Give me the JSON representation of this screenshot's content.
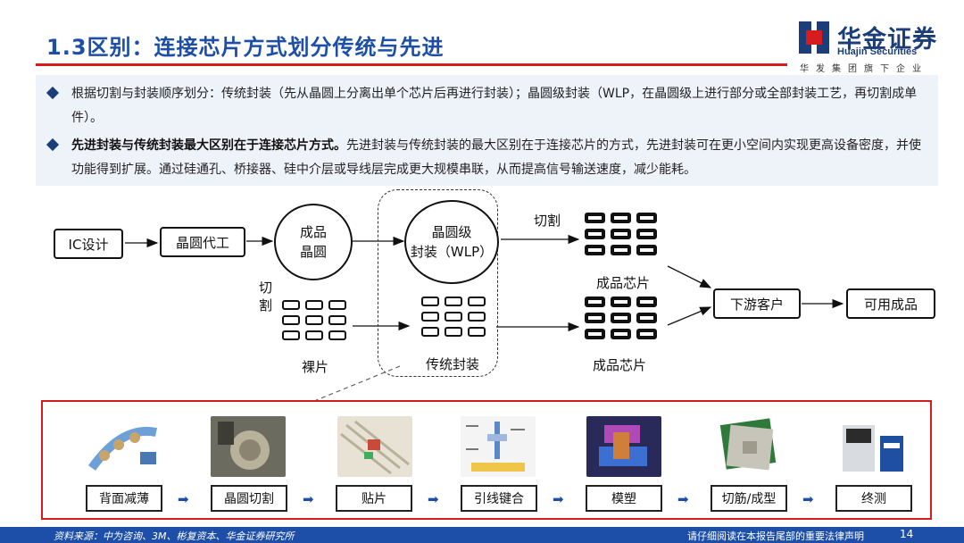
{
  "header": {
    "title": "1.3区别：连接芯片方式划分传统与先进",
    "logo_cn": "华金证券",
    "logo_en": "Huajin Securities",
    "logo_sub": "华发集团旗下企业",
    "brand_color": "#1b3d7a",
    "accent_color": "#d51d20"
  },
  "bullets": [
    {
      "bold": "",
      "text": "根据切割与封装顺序划分：传统封装（先从晶圆上分离出单个芯片后再进行封装）；晶圆级封装（WLP，在晶圆级上进行部分或全部封装工艺，再切割成单件）。"
    },
    {
      "bold": "先进封装与传统封装最大区别在于连接芯片方式。",
      "text": "先进封装与传统封装的最大区别在于连接芯片的方式，先进封装可在更小空间内实现更高设备密度，并使功能得到扩展。通过硅通孔、桥接器、硅中介层或导线层完成更大规模串联，从而提高信号输送速度，减少能耗。"
    }
  ],
  "diagram": {
    "ic_design": "IC设计",
    "foundry": "晶圆代工",
    "finished_wafer_l1": "成品",
    "finished_wafer_l2": "晶圆",
    "wlp_l1": "晶圆级",
    "wlp_l2": "封装（WLP）",
    "cut_top": "切割",
    "cut_left": "切\n割",
    "bare_die": "裸片",
    "traditional": "传统封装",
    "finished_chip_top": "成品芯片",
    "finished_chip_bottom": "成品芯片",
    "downstream": "下游客户",
    "usable_product": "可用成品"
  },
  "process": {
    "steps": [
      {
        "label": "背面减薄",
        "image": "backside-thinning-image"
      },
      {
        "label": "晶圆切割",
        "image": "wafer-dicing-image"
      },
      {
        "label": "贴片",
        "image": "die-attach-image"
      },
      {
        "label": "引线键合",
        "image": "wire-bonding-image"
      },
      {
        "label": "模塑",
        "image": "molding-image"
      },
      {
        "label": "切筋/成型",
        "image": "trim-form-image"
      },
      {
        "label": "终测",
        "image": "final-test-image"
      }
    ],
    "arrow_glyph": "➡"
  },
  "footer": {
    "source": "资料来源：中为咨询、3M、彬复资本、华金证券研究所",
    "disclaimer": "请仔细阅读在本报告尾部的重要法律声明",
    "page": "14"
  }
}
